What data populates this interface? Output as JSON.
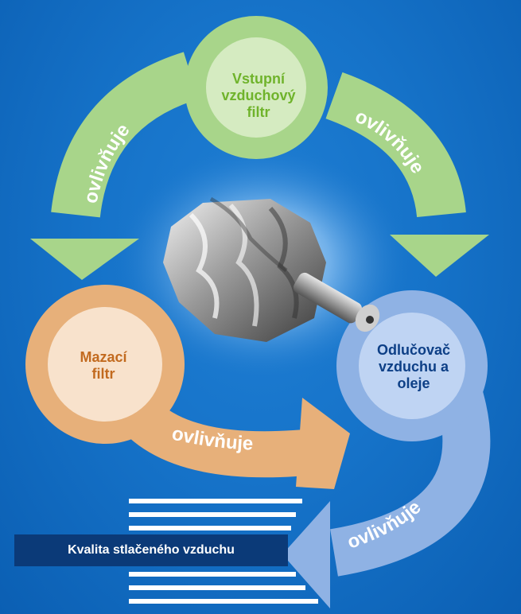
{
  "nodes": {
    "intake_filter": {
      "lines": [
        "Vstupní",
        "vzduchový",
        "filtr"
      ]
    },
    "lube_filter": {
      "lines": [
        "Mazací",
        "filtr"
      ]
    },
    "separator": {
      "lines": [
        "Odlučovač",
        "vzduchu a",
        "oleje"
      ]
    }
  },
  "arrows": {
    "left": "ovlivňuje",
    "right": "ovlivňuje",
    "bottom": "ovlivňuje",
    "lower_right": "ovlivňuje"
  },
  "result": {
    "label": "Kvalita stlačeného vzduchu"
  },
  "colors": {
    "background": "#1673c9",
    "green": "#a8d58a",
    "orange": "#e7b07a",
    "blue": "#8fb2e4",
    "dark_blue": "#0b3a78"
  },
  "icons": {
    "center_image": "screw-rotor-image"
  }
}
